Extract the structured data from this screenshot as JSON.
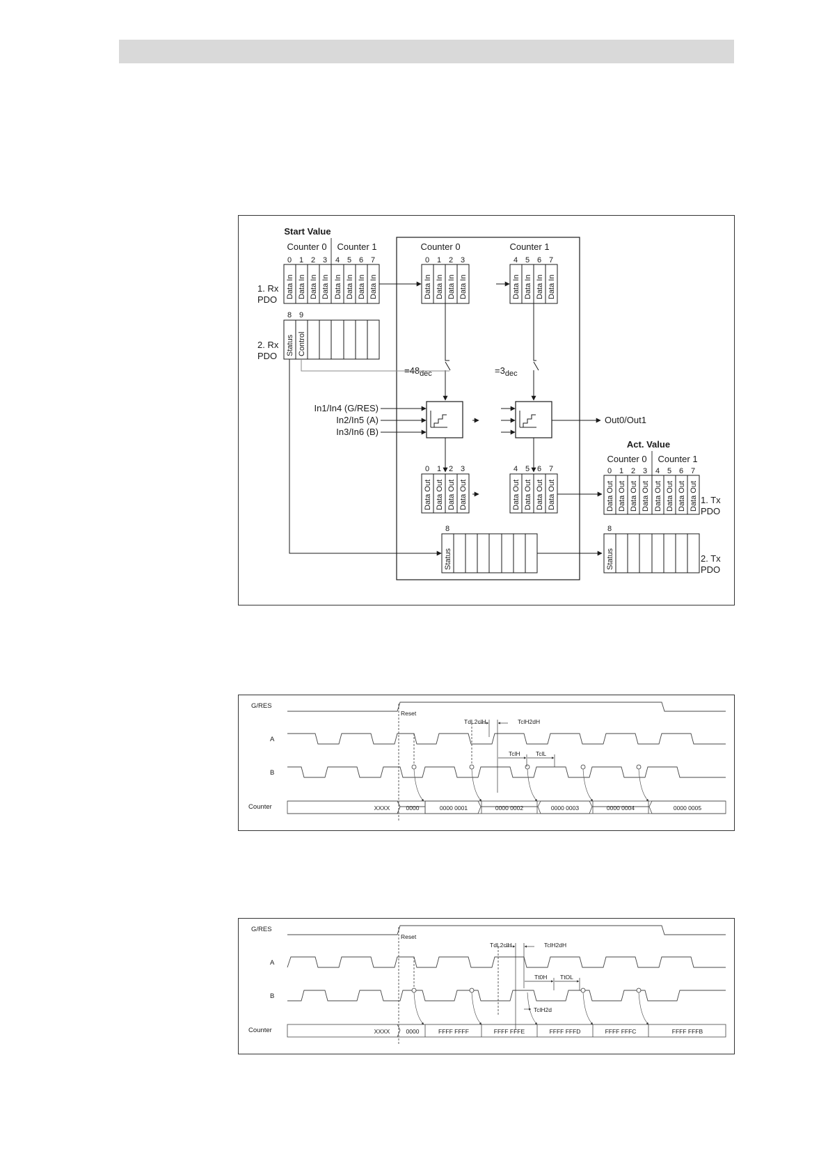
{
  "block_diagram": {
    "start_value_title": "Start Value",
    "act_value_title": "Act. Value",
    "counter0_label": "Counter 0",
    "counter1_label": "Counter 1",
    "rx_pdo1_label": [
      "1. Rx",
      "PDO"
    ],
    "rx_pdo2_label": [
      "2. Rx",
      "PDO"
    ],
    "tx_pdo1_label": [
      "1. Tx",
      "PDO"
    ],
    "tx_pdo2_label": [
      "2. Tx",
      "PDO"
    ],
    "byte_indices_counter0": [
      "0",
      "1",
      "2",
      "3"
    ],
    "byte_indices_counter1": [
      "4",
      "5",
      "6",
      "7"
    ],
    "byte_index_8": "8",
    "byte_index_9": "9",
    "data_in_label": "Data In",
    "data_out_label": "Data Out",
    "status_label": "Status",
    "control_label": "Control",
    "compare_counter0": {
      "value": "=48",
      "sub": "dec"
    },
    "compare_counter1": {
      "value": "=3",
      "sub": "dec"
    },
    "inputs": [
      "In1/In4 (G/RES)",
      "In2/In5 (A)",
      "In3/In6 (B)"
    ],
    "output_label": "Out0/Out1"
  },
  "timing_diagram_up": {
    "signals": [
      "G/RES",
      "A",
      "B",
      "Counter"
    ],
    "reset_label": "Reset",
    "counter_values": [
      "XXXX",
      "0000",
      "0000 0001",
      "0000 0002",
      "0000 0003",
      "0000 0004",
      "0000 0005"
    ],
    "timing_labels": {
      "tdl2clh": "TdL2clH",
      "tclh2dh": "TclH2dH",
      "tclh": "TclH",
      "tcll": "TclL"
    }
  },
  "timing_diagram_down": {
    "signals": [
      "G/RES",
      "A",
      "B",
      "Counter"
    ],
    "reset_label": "Reset",
    "counter_values": [
      "XXXX",
      "0000",
      "FFFF FFFF",
      "FFFF FFFE",
      "FFFF FFFD",
      "FFFF FFFC",
      "FFFF FFFB"
    ],
    "timing_labels": {
      "tdl2clh": "TdL2clH",
      "tclh2dh": "TclH2dH",
      "tt0h": "Tt0H",
      "ttol": "TtOL",
      "tclh2d": "TclH2d"
    }
  }
}
